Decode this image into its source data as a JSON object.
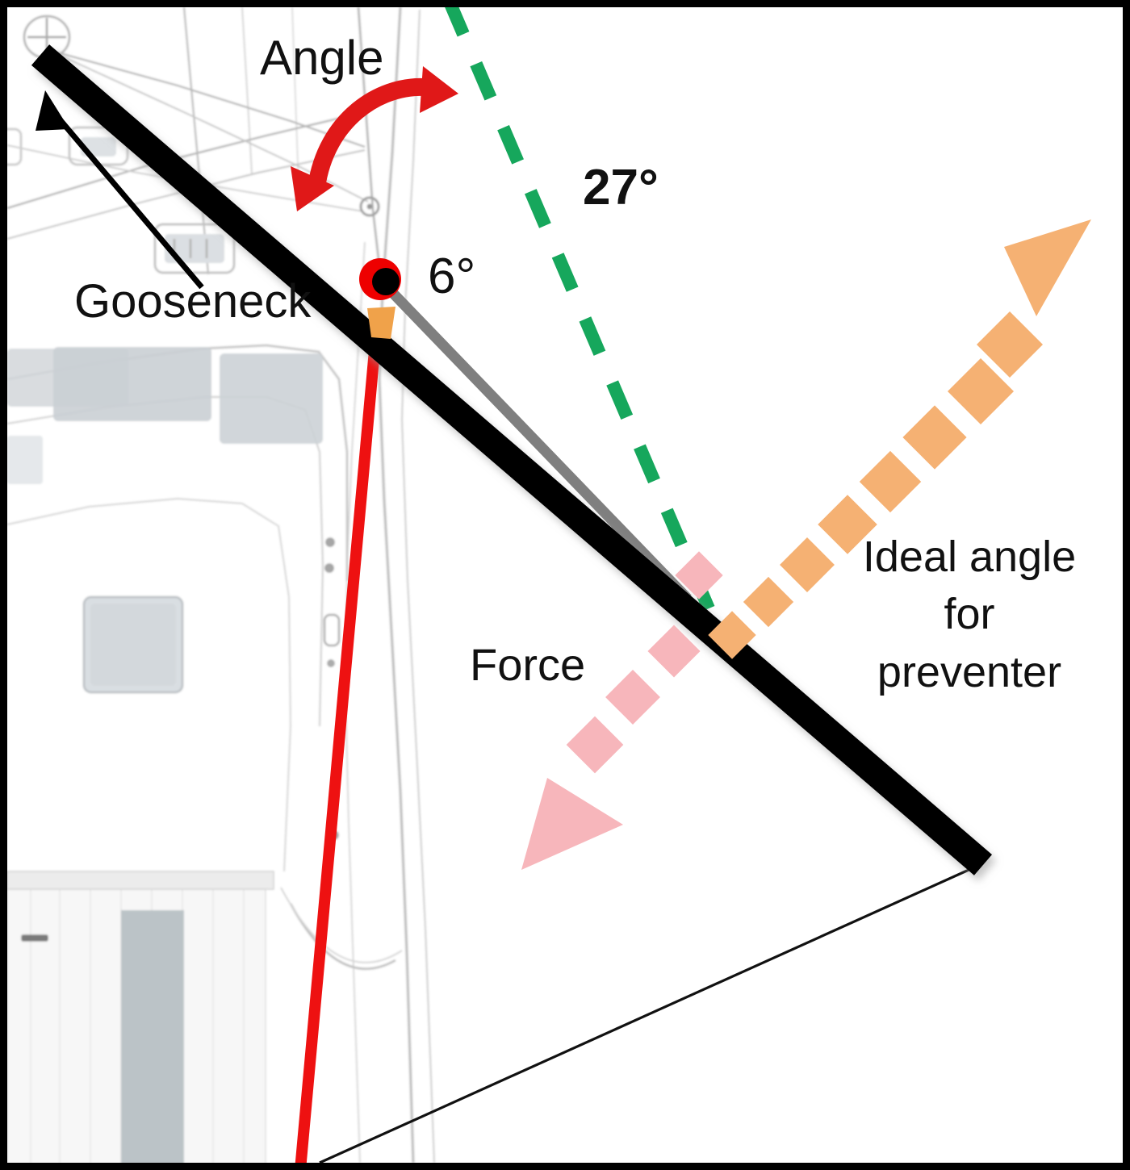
{
  "diagram": {
    "title": "Sailboat boom preventer angle diagram",
    "labels": {
      "angle": "Angle",
      "boom_angle_value": "27°",
      "preventer_angle_value": "6°",
      "gooseneck": "Gooseneck",
      "force": "Force",
      "ideal_line1": "Ideal angle",
      "ideal_line2": "for",
      "ideal_line3": "preventer"
    },
    "colors": {
      "boom": "#000000",
      "preventer_red": "#ee1111",
      "centerline_green": "#16a75c",
      "ideal_orange": "#f5b173",
      "force_pink": "#f7b6bb",
      "mainsheet_gray": "#808080",
      "pivot_ring": "#ee0000",
      "pivot_center": "#000000",
      "angle_arrow_red": "#e01818",
      "frame": "#000000",
      "background": "#ffffff",
      "text": "#111111"
    },
    "measurements": {
      "boom_to_centerline_deg": 27,
      "preventer_to_boom_deg": 6
    },
    "icon_names": [
      "boom-bar",
      "gooseneck-pointer-arrow",
      "angle-double-arrow-icon",
      "pivot-point-icon",
      "green-dashed-centerline",
      "orange-dotted-ideal-arrow",
      "pink-dotted-force-arrow",
      "red-preventer-line",
      "gray-mainsheet-line"
    ]
  }
}
